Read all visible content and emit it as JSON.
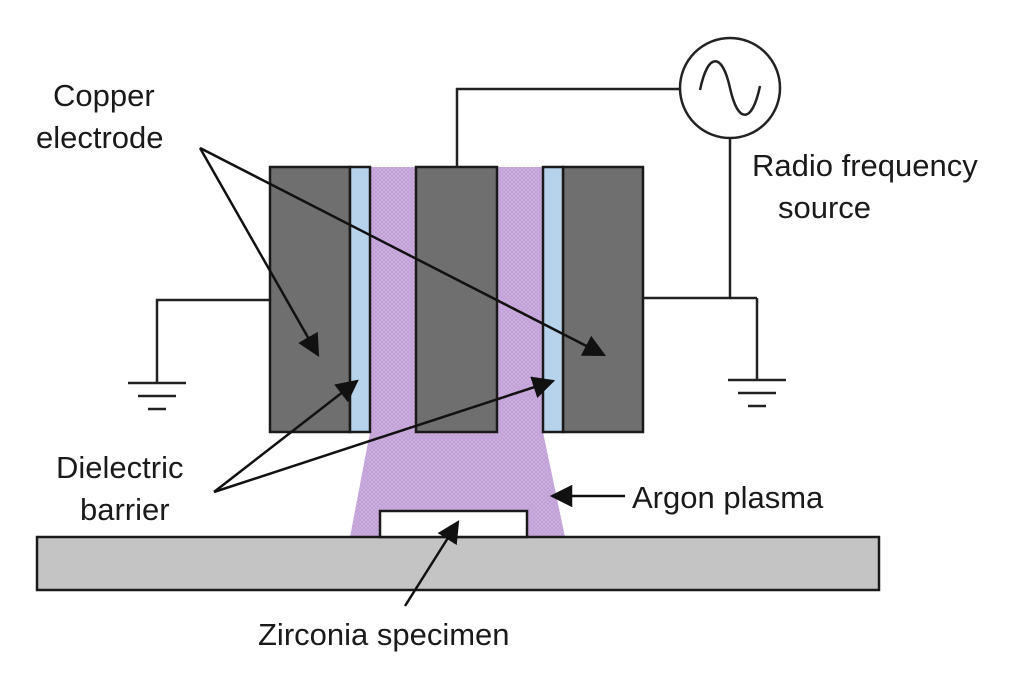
{
  "labels": {
    "copper_line1": "Copper",
    "copper_line2": "electrode",
    "rf_line1": "Radio frequency",
    "rf_line2": "source",
    "dielectric_line1": "Dielectric",
    "dielectric_line2": "barrier",
    "argon": "Argon plasma",
    "zirconia": "Zirconia specimen"
  },
  "colors": {
    "electrode": "#6f6f6f",
    "electrode_stroke": "#1a1a1a",
    "dielectric": "#b7d3ec",
    "plasma": "#c9a8dd",
    "stage": "#c4c4c4",
    "specimen": "#ffffff"
  },
  "icons": {
    "ground": "ground-symbol-icon",
    "ac_source": "sine-wave-source-icon"
  }
}
